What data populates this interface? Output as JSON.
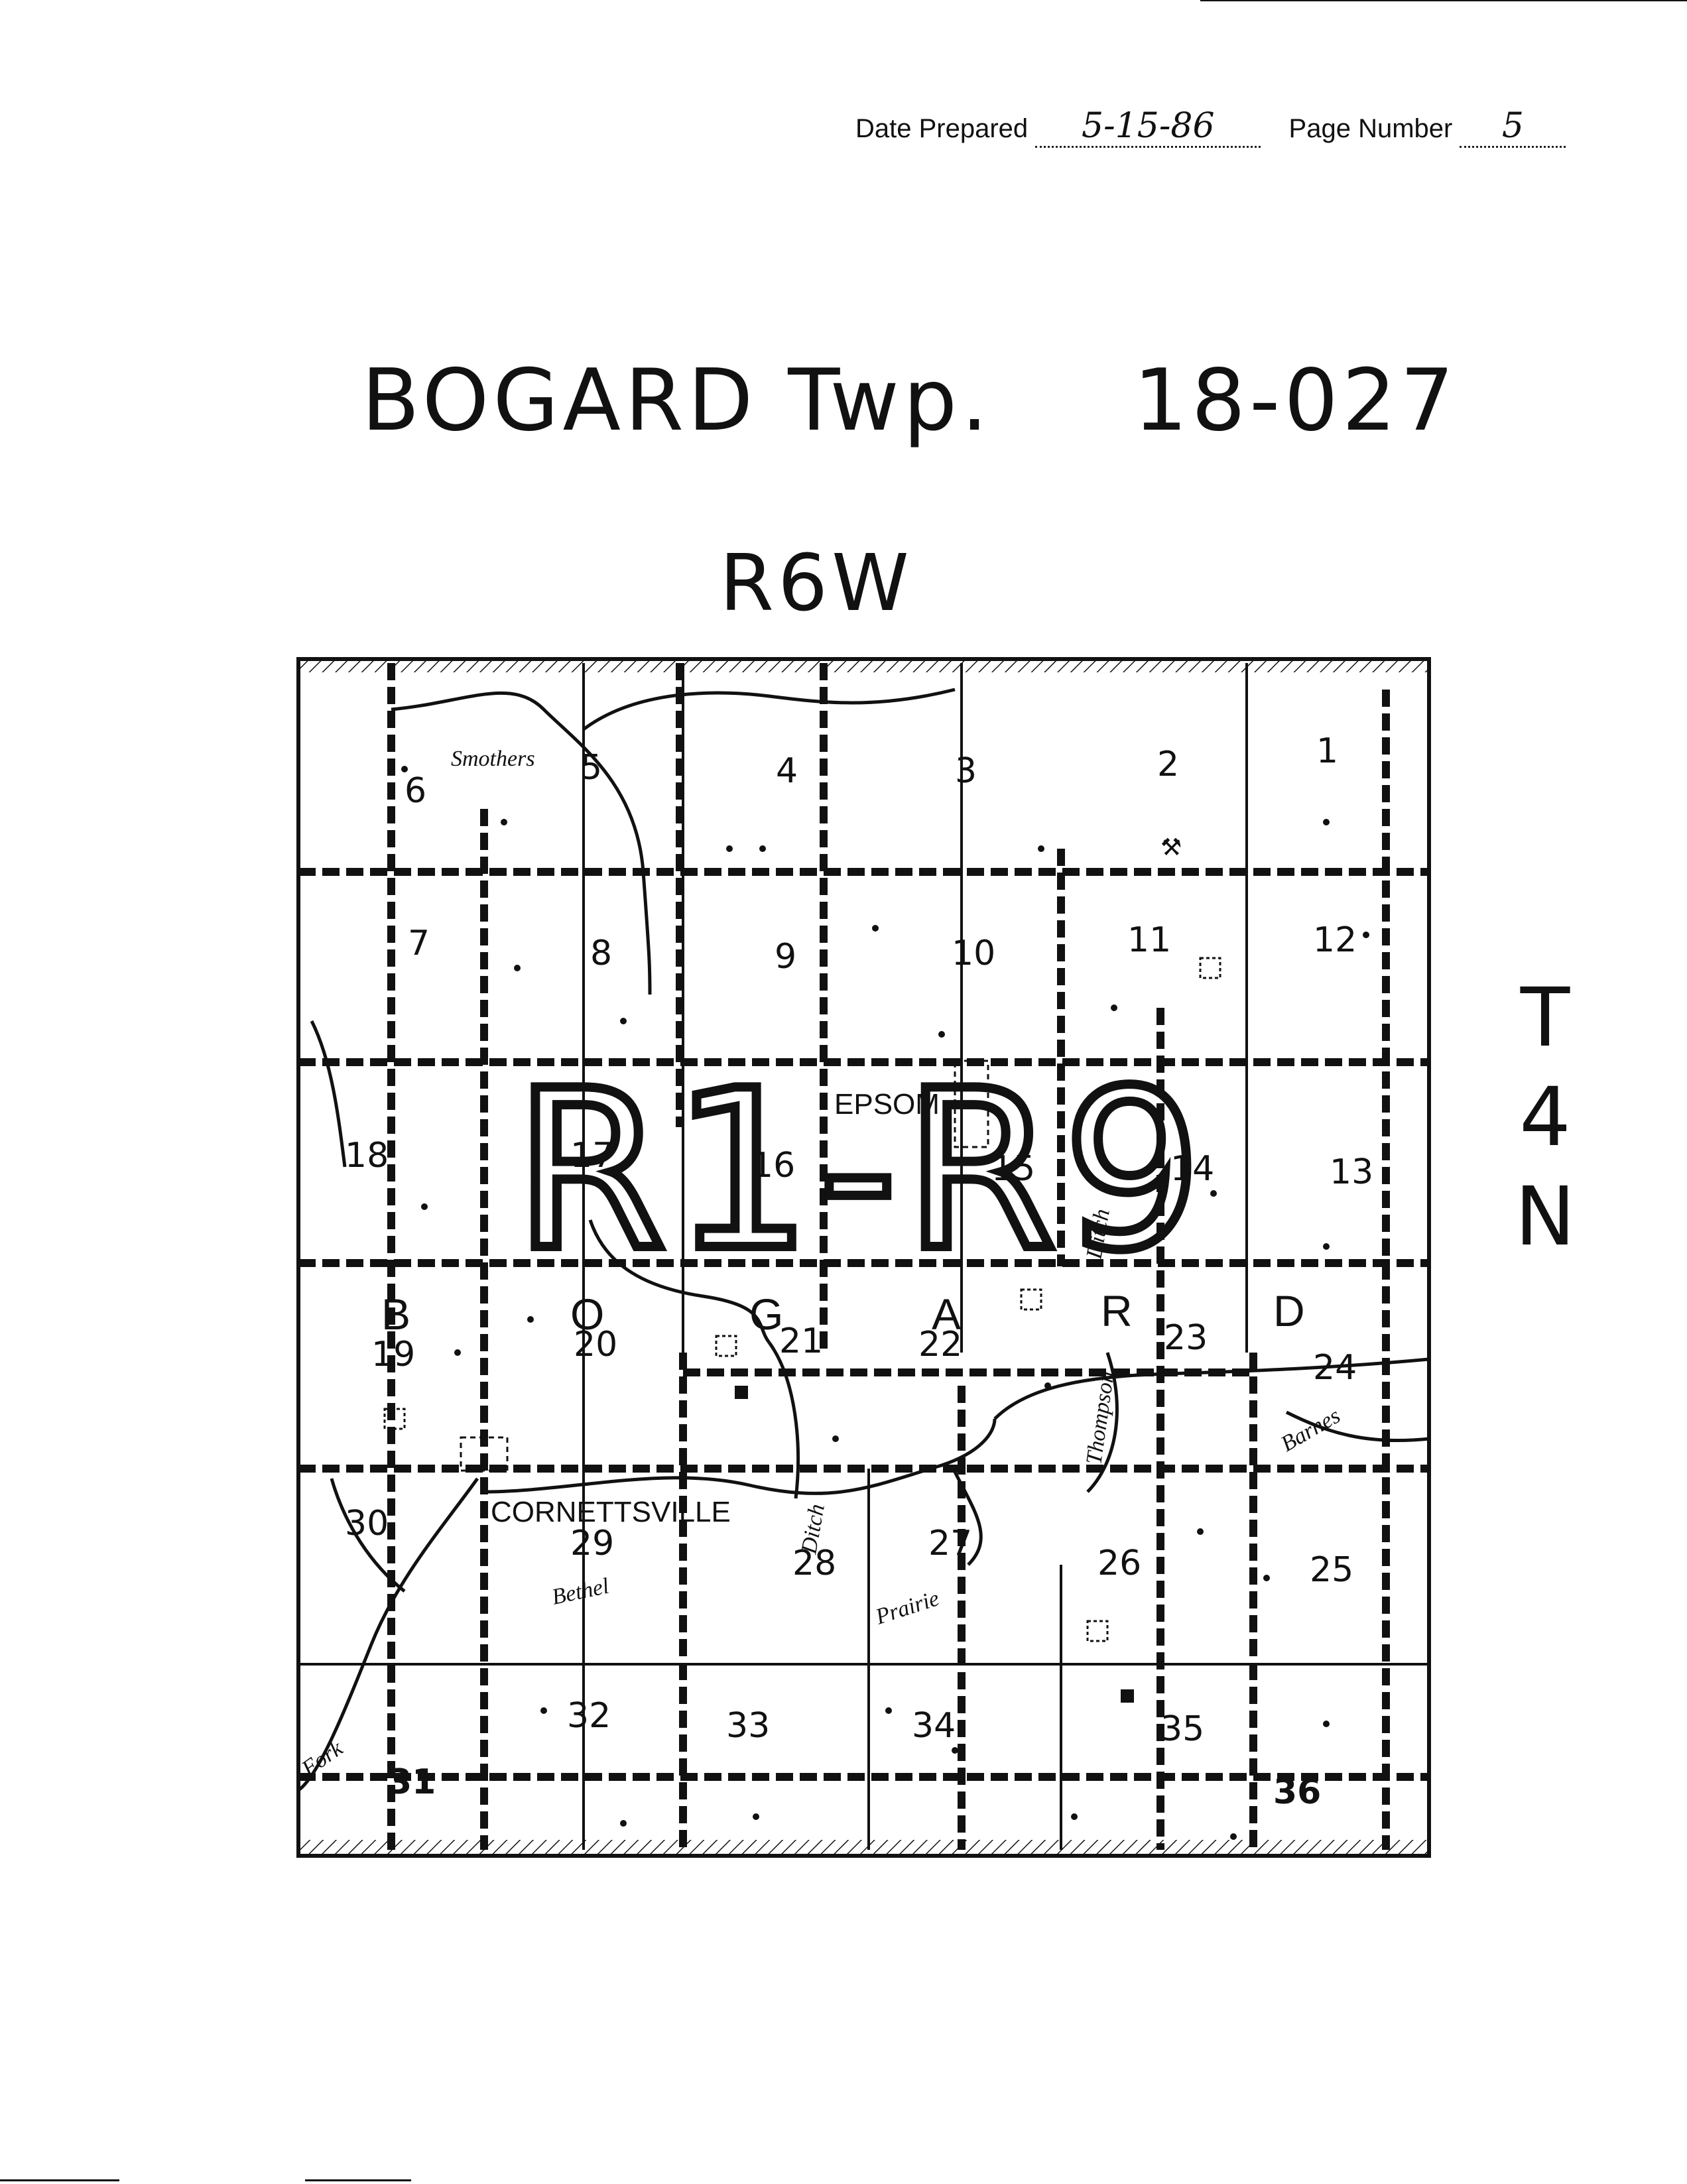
{
  "header": {
    "date_label": "Date Prepared",
    "date_value": "5-15-86",
    "page_label": "Page Number",
    "page_value": "5"
  },
  "title": {
    "township": "BOGARD Twp.",
    "code": "18-027",
    "range": "R6W",
    "township_number": [
      "T",
      "4",
      "N"
    ]
  },
  "map": {
    "overlay_label": "R1-R9",
    "township_name_letters": [
      "B",
      "O",
      "G",
      "A",
      "R",
      "D"
    ],
    "sections": [
      "1",
      "2",
      "3",
      "4",
      "5",
      "6",
      "7",
      "8",
      "9",
      "10",
      "11",
      "12",
      "13",
      "14",
      "15",
      "16",
      "17",
      "18",
      "19",
      "20",
      "21",
      "22",
      "23",
      "24",
      "25",
      "26",
      "27",
      "28",
      "29",
      "30",
      "31",
      "32",
      "33",
      "34",
      "35",
      "36"
    ],
    "places": [
      "EPSOM",
      "CORNETTSVILLE"
    ],
    "waterways": [
      "Smothers",
      "Ditch",
      "Ditch",
      "Thompson",
      "Barnes",
      "Bethel",
      "Prairie",
      "Fork"
    ],
    "colors": {
      "ink": "#111111",
      "paper": "#ffffff"
    }
  }
}
